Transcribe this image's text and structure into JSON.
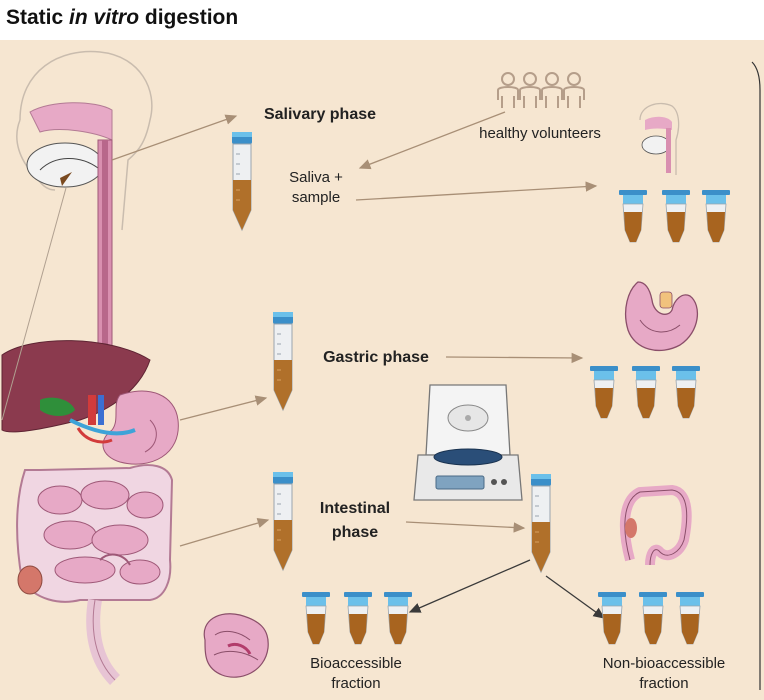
{
  "title": {
    "prefix": "Static ",
    "italic": "in vitro",
    "suffix": " digestion"
  },
  "labels": {
    "salivary_phase": "Salivary phase",
    "healthy_volunteers": "healthy volunteers",
    "saliva_line1": "Saliva +",
    "saliva_line2": "sample",
    "gastric_phase": "Gastric phase",
    "intestinal_line1": "Intestinal",
    "intestinal_line2": "phase",
    "bioaccessible_line1": "Bioaccessible",
    "bioaccessible_line2": "fraction",
    "nonbio_line1": "Non-bioaccessible",
    "nonbio_line2": "fraction"
  },
  "colors": {
    "background": "#f6e6d1",
    "fluid": "#b0702a",
    "tube_cap": "#4fb3e0",
    "organ_pink": "#e7a9c6",
    "liver": "#8b3a4e",
    "arrow": "#a88f76"
  }
}
